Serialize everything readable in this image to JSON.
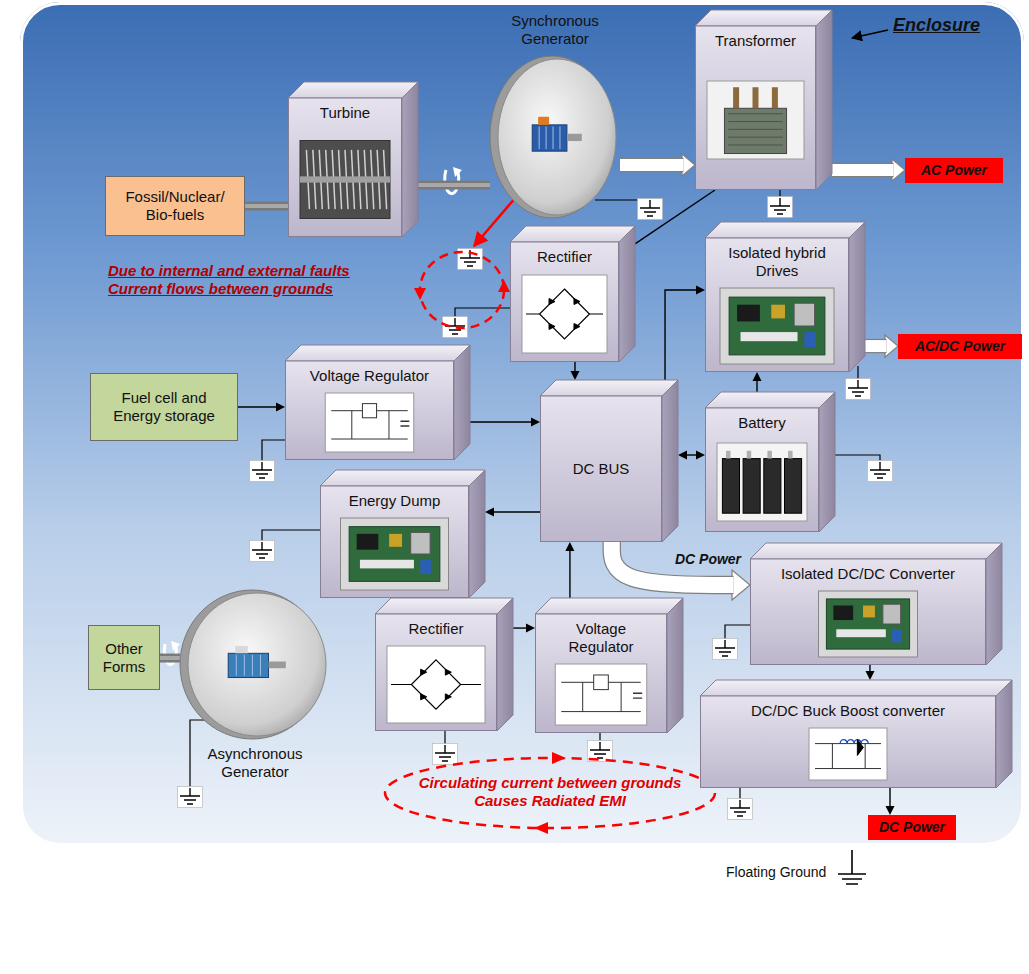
{
  "diagram": {
    "nodes": [
      {
        "text": [
          "Enclosure"
        ]
      },
      {
        "text": [
          "Fossil/Nuclear/ Bio-fuels"
        ],
        "in": 0
      },
      {
        "text": [
          "Turbine"
        ],
        "in": 0
      },
      {
        "text": [
          "Synchronous Generator"
        ],
        "in": 0
      },
      {
        "text": [
          "Transformer"
        ],
        "in": 0
      },
      {
        "text": [
          "AC Power"
        ],
        "in": 0
      },
      {
        "text": [
          "Rectifier"
        ],
        "in": 0
      },
      {
        "text": [
          "Isolated hybrid Drives"
        ],
        "in": 0
      },
      {
        "text": [
          "AC/DC Power"
        ],
        "in": 0
      },
      {
        "text": [
          "Fuel cell and Energy storage"
        ],
        "in": 0
      },
      {
        "text": [
          "Voltage Regulator"
        ],
        "in": 0
      },
      {
        "text": [
          "DC BUS"
        ],
        "in": 0
      },
      {
        "text": [
          "Battery"
        ],
        "in": 0
      },
      {
        "text": [
          "Energy Dump"
        ],
        "in": 0
      },
      {
        "text": [
          "Isolated DC/DC Converter"
        ],
        "in": 0
      },
      {
        "text": [
          "Other Forms"
        ],
        "in": 0
      },
      {
        "text": [
          "Asynchronous Generator"
        ],
        "in": 0
      },
      {
        "text": [
          "Rectifier"
        ],
        "in": 0
      },
      {
        "text": [
          "Voltage Regulator"
        ],
        "in": 0
      },
      {
        "text": [
          "DC/DC Buck Boost converter"
        ],
        "in": 0
      },
      {
        "text": [
          "DC Power"
        ],
        "in": 0
      }
    ],
    "edges": [
      {
        "from": 1,
        "to": 2,
        "arrow": "none"
      },
      {
        "from": 2,
        "to": 3,
        "arrow": "none"
      },
      {
        "from": 3,
        "to": 4,
        "arrow": "to"
      },
      {
        "from": 4,
        "to": 5,
        "arrow": "to"
      },
      {
        "from": 4,
        "to": 6,
        "arrow": "none"
      },
      {
        "from": 6,
        "to": 11,
        "arrow": "to"
      },
      {
        "from": 11,
        "to": 7,
        "arrow": "to"
      },
      {
        "from": 12,
        "to": 7,
        "arrow": "to"
      },
      {
        "from": 11,
        "to": 12,
        "arrow": "both"
      },
      {
        "from": 7,
        "to": 8,
        "arrow": "to"
      },
      {
        "from": 9,
        "to": 10,
        "arrow": "to"
      },
      {
        "from": 10,
        "to": 11,
        "arrow": "to"
      },
      {
        "from": 11,
        "to": 13,
        "arrow": "to"
      },
      {
        "from": 11,
        "to": 14,
        "label": "DC Power",
        "arrow": "to"
      },
      {
        "from": 15,
        "to": 16,
        "arrow": "none"
      },
      {
        "from": 17,
        "to": 18,
        "arrow": "to"
      },
      {
        "from": 18,
        "to": 11,
        "arrow": "to"
      },
      {
        "from": 14,
        "to": 19,
        "arrow": "to"
      },
      {
        "from": 19,
        "to": 20,
        "arrow": "to"
      }
    ],
    "labels": [
      "Due to internal and external faults Current flows between grounds",
      "Circulating current between grounds Causes Radiated EMI",
      "Floating Ground"
    ]
  }
}
